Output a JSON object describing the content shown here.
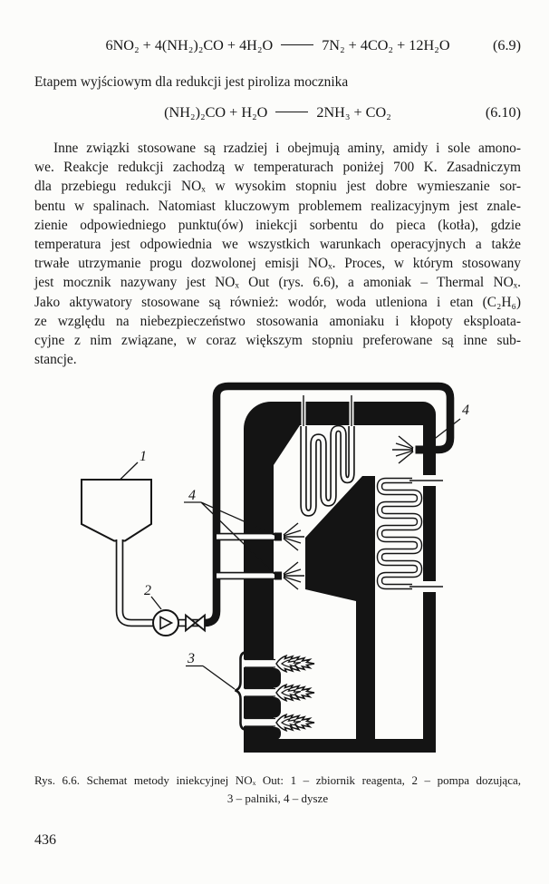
{
  "page": {
    "equations": [
      {
        "lhs": "6NO₂ + 4(NH₂)₂CO + 4H₂O",
        "rhs": "7N₂ + 4CO₂ + 12H₂O",
        "number": "(6.9)"
      },
      {
        "lhs": "(NH₂)₂CO + H₂O",
        "rhs": "2NH₃ + CO₂",
        "number": "(6.10)"
      }
    ],
    "intro_line": "Etapem wyjściowym dla redukcji jest piroliza mocznika",
    "paragraph_lines": [
      "Inne związki stosowane są rzadziej i obejmują aminy, amidy i sole amono-",
      "we. Reakcje redukcji zachodzą w temperaturach poniżej 700 K. Zasadniczym",
      "dla przebiegu redukcji NOₓ w wysokim stopniu jest dobre wymieszanie sor-",
      "bentu w spalinach. Natomiast kluczowym problemem realizacyjnym jest znale-",
      "zienie odpowiedniego punktu(ów) iniekcji sorbentu do pieca (kotła), gdzie",
      "temperatura jest odpowiednia we wszystkich warunkach operacyjnych a także",
      "trwałe utrzymanie progu dozwolonej emisji NOₓ. Proces, w którym stosowany",
      "jest mocznik nazywany jest NOₓ Out (rys. 6.6), a amoniak – Thermal NOₓ.",
      "Jako aktywatory stosowane są również: wodór, woda utleniona i etan (C₂H₆)",
      "ze względu na niebezpieczeństwo stosowania amoniaku i kłopoty eksploata-",
      "cyjne z nim związane, w coraz większym stopniu preferowane są inne sub-",
      "stancje."
    ],
    "figure": {
      "labels": {
        "tank": "1",
        "pump": "2",
        "burners": "3",
        "nozzles": "4",
        "nozzle_top": "4"
      },
      "caption_line1": "Rys. 6.6. Schemat metody iniekcyjnej NOₓ Out: 1 – zbiornik reagenta, 2 – pompa dozująca,",
      "caption_line2": "3 – palniki, 4 – dysze"
    },
    "page_number": "436"
  }
}
